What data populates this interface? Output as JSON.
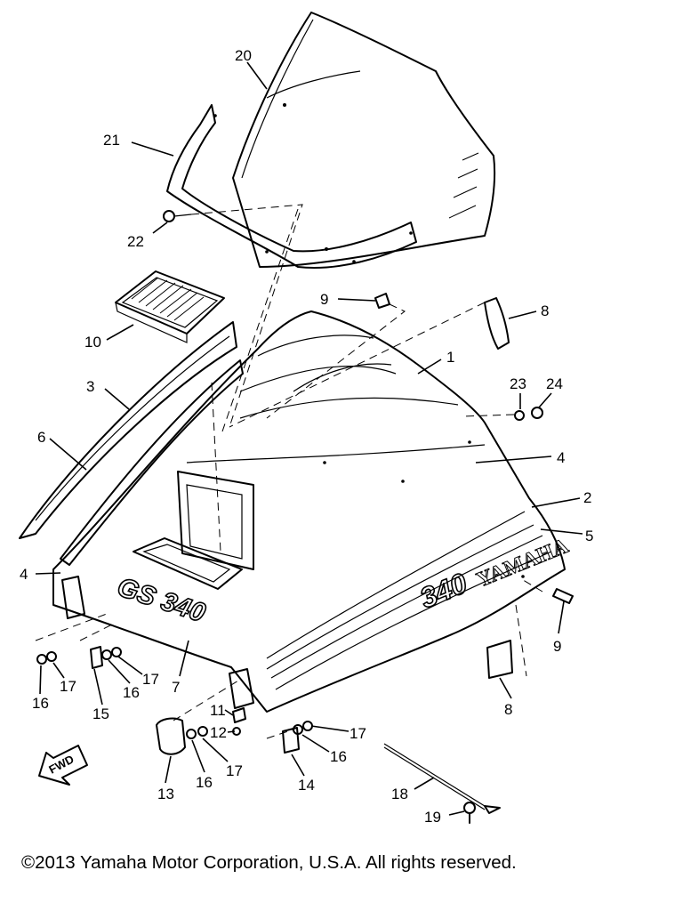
{
  "diagram": {
    "callouts": [
      "20",
      "21",
      "22",
      "9",
      "8",
      "10",
      "1",
      "3",
      "23",
      "24",
      "6",
      "4",
      "2",
      "5",
      "4",
      "9",
      "16",
      "17",
      "15",
      "16",
      "17",
      "7",
      "11",
      "12",
      "17",
      "16",
      "8",
      "13",
      "16",
      "17",
      "14",
      "18",
      "19"
    ],
    "hood_text": "YAMAHA",
    "model_number": "340",
    "model_badge": "GS 340",
    "fwd_label": "FWD"
  },
  "copyright": "©2013 Yamaha Motor Corporation, U.S.A. All rights reserved."
}
